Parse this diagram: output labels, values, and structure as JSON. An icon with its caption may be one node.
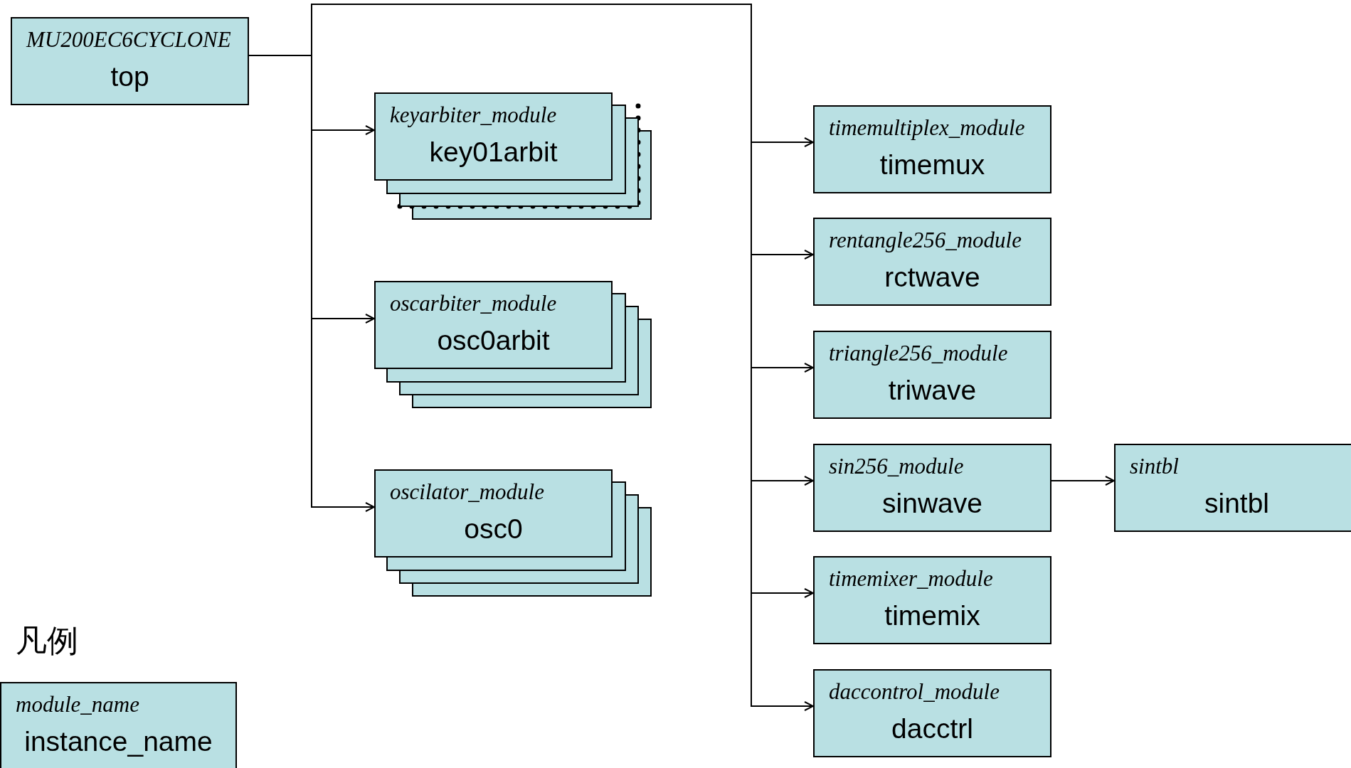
{
  "diagram": {
    "nodes": [
      {
        "text": [
          "MU200EC6CYCLONE",
          "top"
        ]
      },
      {
        "text": [
          "keyarbiter_module",
          "key01arbit"
        ]
      },
      {
        "text": [
          "oscarbiter_module",
          "osc0arbit"
        ]
      },
      {
        "text": [
          "oscilator_module",
          "osc0"
        ]
      },
      {
        "text": [
          "timemultiplex_module",
          "timemux"
        ]
      },
      {
        "text": [
          "rentangle256_module",
          "rctwave"
        ]
      },
      {
        "text": [
          "triangle256_module",
          "triwave"
        ]
      },
      {
        "text": [
          "sin256_module",
          "sinwave"
        ]
      },
      {
        "text": [
          "timemixer_module",
          "timemix"
        ]
      },
      {
        "text": [
          "daccontrol_module",
          "dacctrl"
        ]
      },
      {
        "text": [
          "sintbl",
          "sintbl"
        ]
      },
      {
        "text": [
          "module_name",
          "instance_name"
        ]
      }
    ],
    "edges": [
      {
        "from": 0,
        "to": 1,
        "arrow": "to"
      },
      {
        "from": 0,
        "to": 2,
        "arrow": "to"
      },
      {
        "from": 0,
        "to": 3,
        "arrow": "to"
      },
      {
        "from": 0,
        "to": 4,
        "arrow": "to"
      },
      {
        "from": 0,
        "to": 5,
        "arrow": "to"
      },
      {
        "from": 0,
        "to": 6,
        "arrow": "to"
      },
      {
        "from": 0,
        "to": 7,
        "arrow": "to"
      },
      {
        "from": 0,
        "to": 8,
        "arrow": "to"
      },
      {
        "from": 0,
        "to": 9,
        "arrow": "to"
      },
      {
        "from": 7,
        "to": 10,
        "arrow": "to"
      }
    ],
    "labels": [
      "凡例"
    ]
  }
}
